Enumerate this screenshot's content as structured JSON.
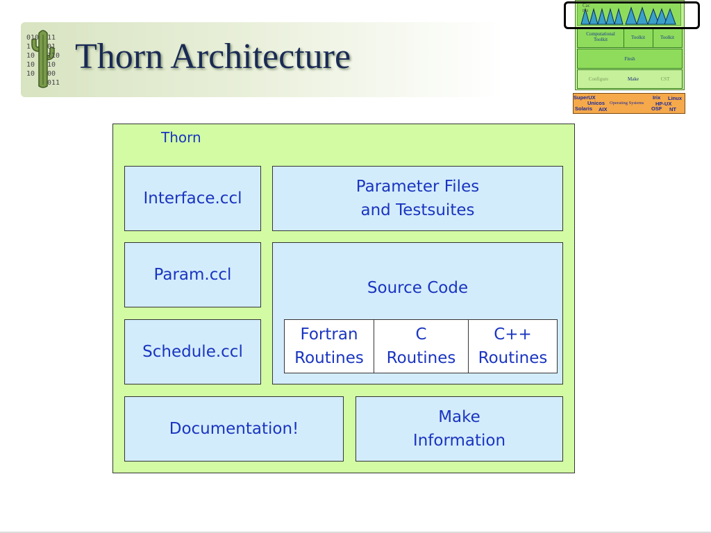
{
  "title": "Thorn Architecture",
  "logo_digits": {
    "left": "010\n1\n10\n10\n10",
    "right": "11\n01\n110\n10\n00\n011"
  },
  "mini_diagram": {
    "top_label": "Cac\ntus",
    "toolkit_row": [
      "Computational\nToolkit",
      "Toolkit",
      "Toolkit"
    ],
    "flesh": "Flesh",
    "build_row": [
      "Configure",
      "Make",
      "CST"
    ],
    "os_labels": {
      "superux": "SuperUX",
      "unicos": "Unicos",
      "operating_systems": "Operating Systems",
      "solaris": "Solaris",
      "aix": "AIX",
      "irix": "Irix",
      "linux": "Linux",
      "hpux": "HP-UX",
      "osf": "OSF",
      "nt": "NT"
    },
    "colors": {
      "green": "#8fdc5c",
      "orange": "#f6a94a",
      "triangle": "#3aa0c8"
    }
  },
  "diagram": {
    "container_label": "Thorn",
    "interface": "Interface.ccl",
    "param": "Param.ccl",
    "schedule": "Schedule.ccl",
    "parameter_files": "Parameter Files\nand Testsuites",
    "source_code": "Source Code",
    "fortran": "Fortran\nRoutines",
    "c": "C\nRoutines",
    "cpp": "C++\nRoutines",
    "documentation": "Documentation!",
    "make_info": "Make\nInformation",
    "colors": {
      "container": "#d2fba4",
      "box": "#d3ecfb",
      "text": "#1a35c0"
    }
  }
}
